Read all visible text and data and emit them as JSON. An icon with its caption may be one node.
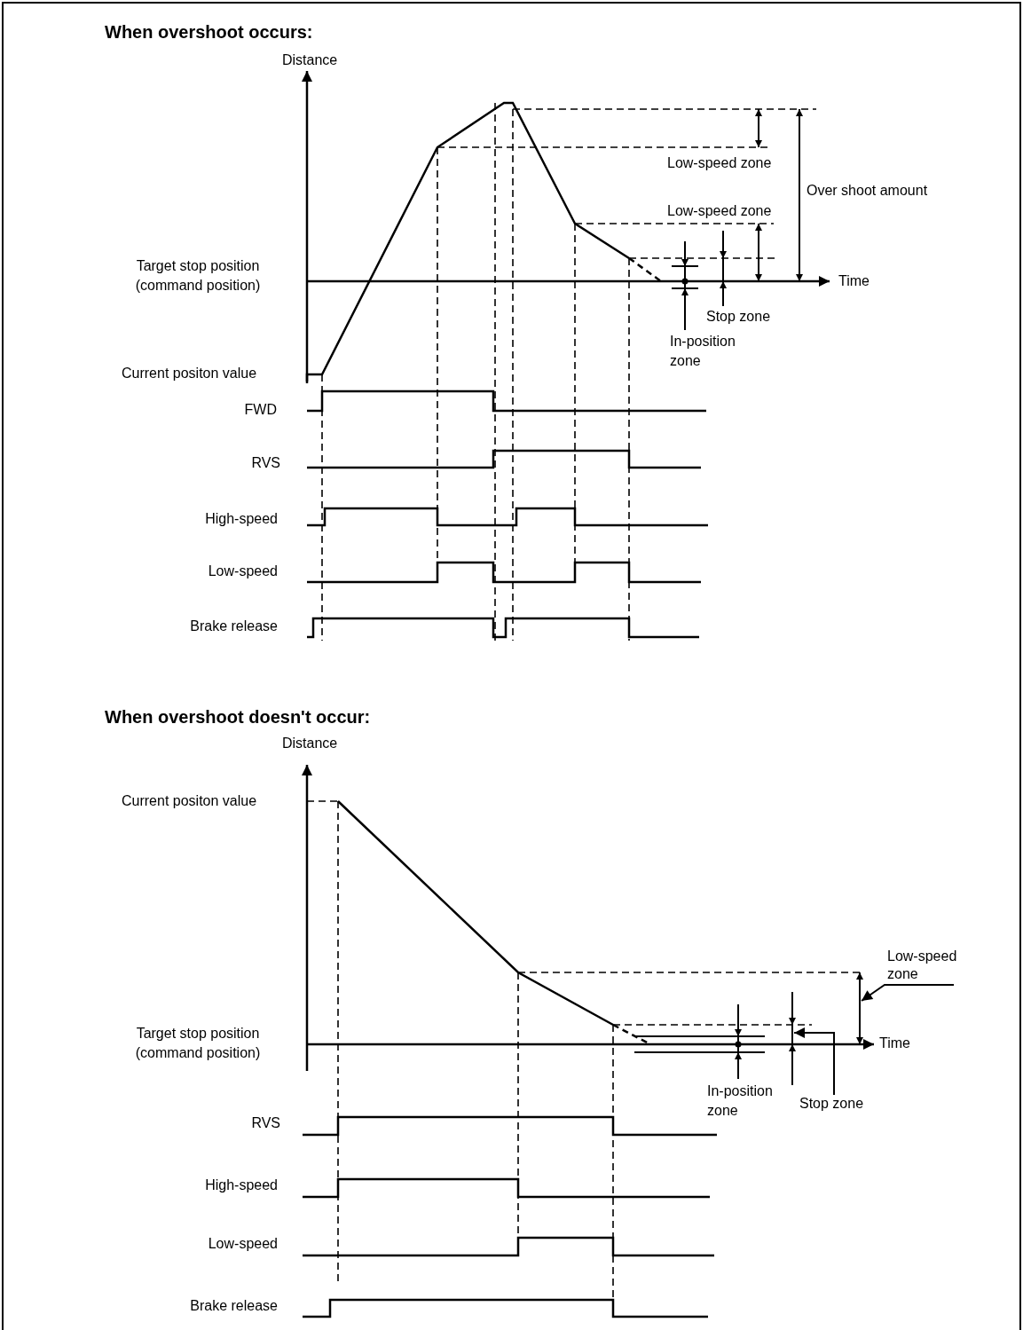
{
  "diagram": {
    "nodes": [
      {
        "text": [
          "Low-speed zone"
        ]
      },
      {
        "text": [
          "Stop zone"
        ]
      },
      {
        "text": [],
        "shape": "line"
      },
      {
        "text": [],
        "shape": "line"
      }
    ],
    "edges": [
      {
        "from": 0,
        "to": 3,
        "arrow": "to"
      },
      {
        "from": 1,
        "to": 2,
        "arrow": "to"
      }
    ],
    "labels": [
      "When overshoot occurs:",
      "Distance",
      "Low-speed zone",
      "Over shoot amount",
      "Low-speed zone",
      "Target stop position (command position)",
      "Time",
      "Stop zone",
      "In-position zone",
      "Current positon value",
      "FWD",
      "RVS",
      "High-speed",
      "Low-speed",
      "Brake release",
      "When overshoot doesn't occur:",
      "Distance",
      "Current positon value",
      "Target stop position (command position)",
      "Time",
      "In-position zone",
      "RVS",
      "High-speed",
      "Low-speed",
      "Brake release"
    ]
  }
}
